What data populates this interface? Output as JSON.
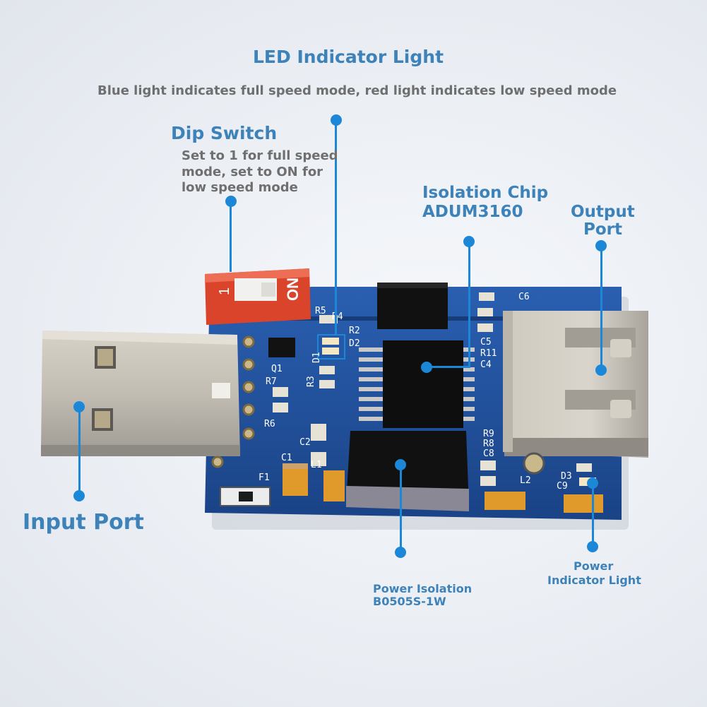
{
  "annotations": {
    "led_title": "LED Indicator Light",
    "led_desc": "Blue light indicates full speed mode, red light indicates low speed mode",
    "dip_title": "Dip Switch",
    "dip_desc_1": "Set to 1 for full speed",
    "dip_desc_2": "mode, set to ON for",
    "dip_desc_3": "low speed mode",
    "chip_title_1": "Isolation Chip",
    "chip_title_2": "ADUM3160",
    "output_title_1": "Output",
    "output_title_2": "Port",
    "input_title": "Input Port",
    "power_iso_1": "Power Isolation",
    "power_iso_2": "B0505S-1W",
    "power_led_1": "Power",
    "power_led_2": "Indicator Light"
  },
  "board_labels": {
    "dip_1": "1",
    "dip_on": "ON",
    "q1": "Q1",
    "r2": "R2",
    "r7": "R7",
    "r6": "R6",
    "r5": "R5",
    "r4": "R4",
    "d2": "D2",
    "d1": "D1",
    "r3": "R3",
    "c1": "C1",
    "c2": "C2",
    "c6": "C6",
    "c5": "C5",
    "r11": "R11",
    "c4": "C4",
    "r9": "R9",
    "r8": "R8",
    "c8": "C8",
    "f1": "F1",
    "l1": "L1",
    "l2": "L2",
    "c9": "C9",
    "d3": "D3"
  },
  "colors": {
    "accent_blue": "#1b87d6",
    "title_blue": "#3d82b8",
    "desc_gray": "#6f6f6f",
    "pcb_blue": "#1f4f9c",
    "dip_red": "#d9442b"
  }
}
